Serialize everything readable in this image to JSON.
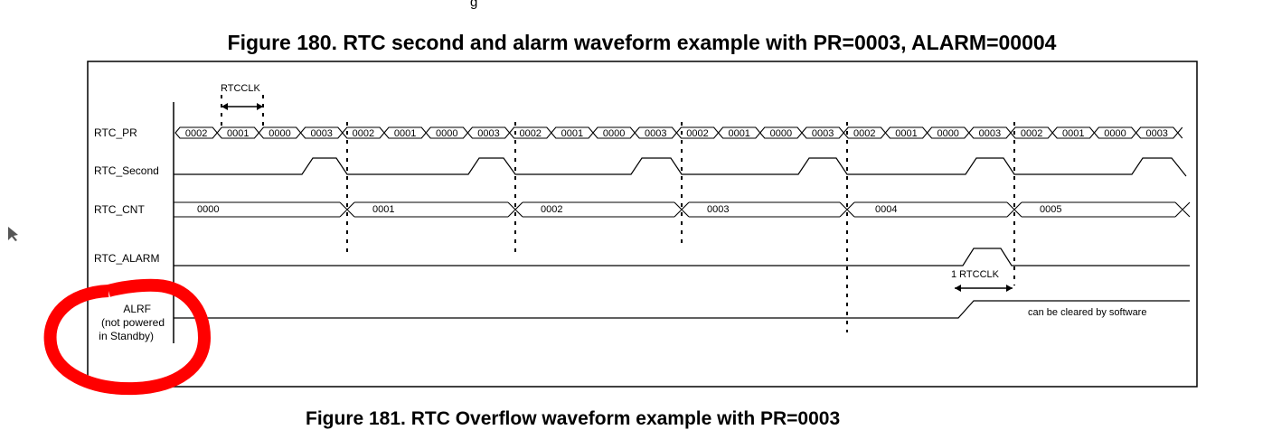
{
  "figure": {
    "title": "Figure 180. RTC second and alarm waveform example with PR=0003, ALARM=00004",
    "top_fragment": "g",
    "bottom_fragment": "Figure 181. RTC Overflow waveform example with PR=0003"
  },
  "signals": [
    {
      "key": "rtc_pr",
      "label": "RTC_PR"
    },
    {
      "key": "rtc_second",
      "label": "RTC_Second"
    },
    {
      "key": "rtc_cnt",
      "label": "RTC_CNT"
    },
    {
      "key": "rtc_alarm",
      "label": "RTC_ALARM"
    },
    {
      "key": "alrf",
      "label_lines": [
        "ALRF",
        "(not powered",
        "in Standby)"
      ]
    }
  ],
  "pr_values": [
    "0002",
    "0001",
    "0000",
    "0003",
    "0002",
    "0001",
    "0000",
    "0003",
    "0002",
    "0001",
    "0000",
    "0003",
    "0002",
    "0001",
    "0000",
    "0003",
    "0002",
    "0001",
    "0000",
    "0003",
    "0002",
    "0001",
    "0000",
    "0003"
  ],
  "cnt_values": [
    "0000",
    "0001",
    "0002",
    "0003",
    "0004",
    "0005"
  ],
  "annotations": {
    "rtcclk": "RTCCLK",
    "one_rtcclk": "1 RTCCLK",
    "clear_note": "can be cleared by software"
  },
  "colors": {
    "line": "#000000",
    "highlight": "#ff0000",
    "cursor": "#555555"
  }
}
